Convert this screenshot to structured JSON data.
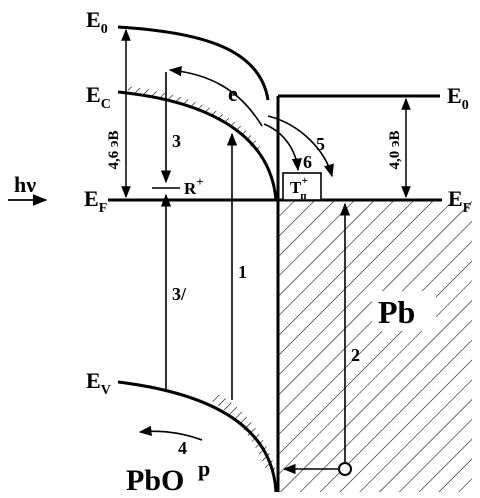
{
  "levels": {
    "e0_left": {
      "main": "E",
      "sub": "0"
    },
    "ec": {
      "main": "E",
      "sub": "C"
    },
    "ef_left": {
      "main": "E",
      "sub": "F"
    },
    "ev": {
      "main": "E",
      "sub": "V"
    },
    "e0_right": {
      "main": "E",
      "sub": "0"
    },
    "ef_right": {
      "main": "E",
      "sub": "F"
    }
  },
  "labels": {
    "photon": "hν",
    "electron": "e",
    "hole": "p",
    "recombination_center": "R",
    "recombination_sup": "+",
    "trap_main": "T",
    "trap_sup": "+",
    "trap_sub": "п",
    "material_left": "PbO",
    "material_right": "Pb"
  },
  "dimensions": {
    "left_gap": "4,6 эВ",
    "right_gap": "4,0 эВ"
  },
  "transitions": [
    "1",
    "2",
    "3",
    "3/",
    "4",
    "5",
    "6"
  ]
}
